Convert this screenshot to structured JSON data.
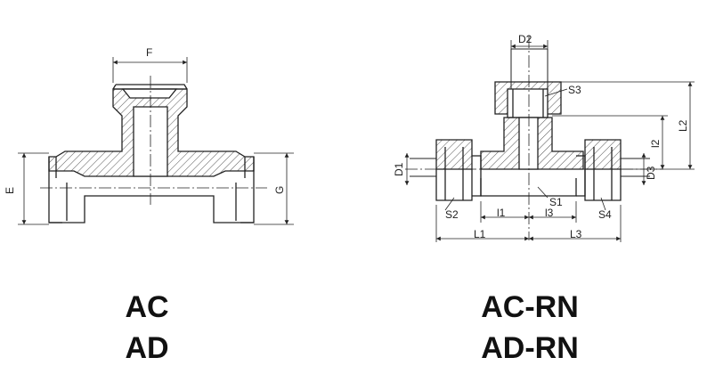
{
  "labels": {
    "left": {
      "F": "F",
      "E": "E",
      "G": "G"
    },
    "right": {
      "D2": "D2",
      "S3": "S3",
      "L2": "L2",
      "l2": "l2",
      "D1": "D1",
      "D3": "D3",
      "S1": "S1",
      "S2": "S2",
      "S4": "S4",
      "l1": "l1",
      "l3": "l3",
      "L1": "L1",
      "L3": "L3"
    }
  },
  "captions": {
    "left": [
      "AC",
      "AD"
    ],
    "right": [
      "AC-RN",
      "AD-RN"
    ]
  },
  "colors": {
    "line": "#222222",
    "hatch": "#555555",
    "background": "#ffffff"
  }
}
